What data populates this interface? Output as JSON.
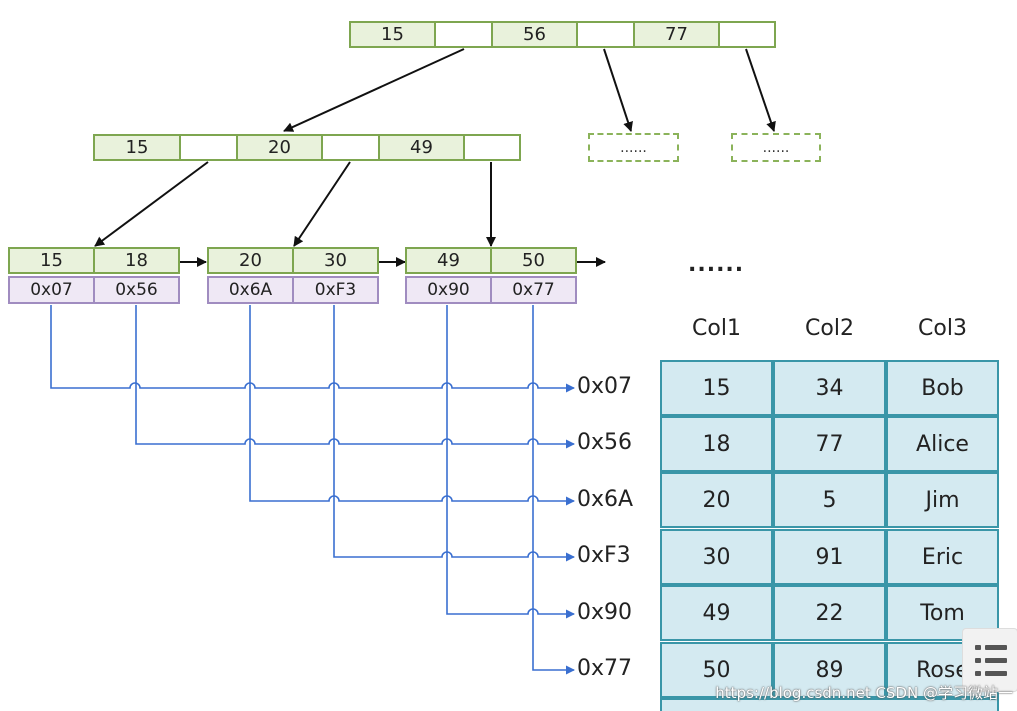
{
  "root_keys": [
    "15",
    "56",
    "77"
  ],
  "level2_keys": [
    "15",
    "20",
    "49"
  ],
  "placeholder_text": "......",
  "leaves": [
    {
      "keys": [
        "15",
        "18"
      ],
      "addrs": [
        "0x07",
        "0x56"
      ]
    },
    {
      "keys": [
        "20",
        "30"
      ],
      "addrs": [
        "0x6A",
        "0xF3"
      ]
    },
    {
      "keys": [
        "49",
        "50"
      ],
      "addrs": [
        "0x90",
        "0x77"
      ]
    }
  ],
  "leaf_ellipsis": "......",
  "pointer_labels": [
    "0x07",
    "0x56",
    "0x6A",
    "0xF3",
    "0x90",
    "0x77"
  ],
  "table": {
    "headers": [
      "Col1",
      "Col2",
      "Col3"
    ],
    "rows": [
      [
        "15",
        "34",
        "Bob"
      ],
      [
        "18",
        "77",
        "Alice"
      ],
      [
        "20",
        "5",
        "Jim"
      ],
      [
        "30",
        "91",
        "Eric"
      ],
      [
        "49",
        "22",
        "Tom"
      ],
      [
        "50",
        "89",
        "Rose"
      ]
    ]
  },
  "watermark": "https://blog.csdn.net CSDN @学习微站一",
  "list_icon": "list-icon"
}
